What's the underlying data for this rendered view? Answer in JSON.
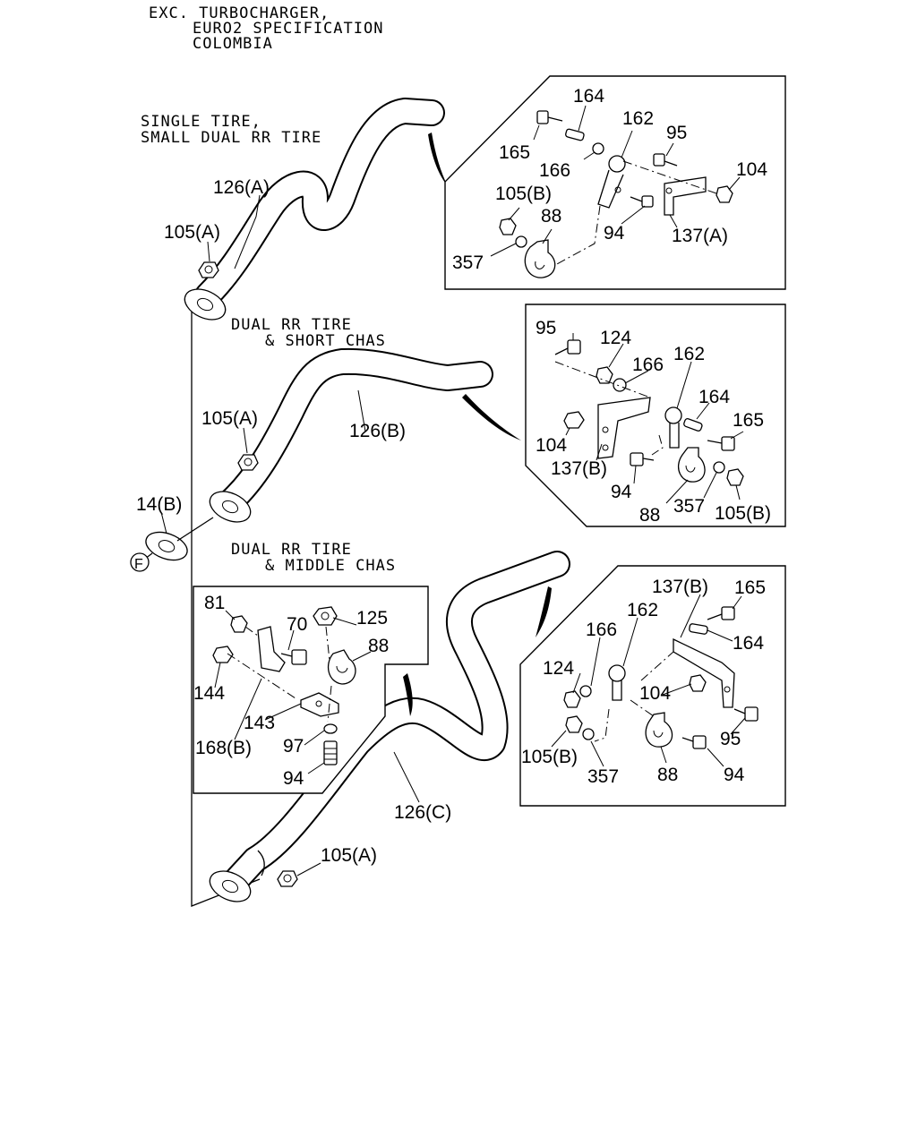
{
  "header": {
    "line1": "EXC. TURBOCHARGER,",
    "line2": "EURO2 SPECIFICATION",
    "line3": "COLOMBIA"
  },
  "sections": {
    "a_line1": "SINGLE TIRE,",
    "a_line2": "SMALL DUAL RR TIRE",
    "b_line1": "DUAL RR TIRE",
    "b_line2": "& SHORT CHAS",
    "c_line1": "DUAL RR TIRE",
    "c_line2": "& MIDDLE CHAS"
  },
  "callouts": {
    "pipe_a": "126(A)",
    "pipe_b": "126(B)",
    "pipe_c": "126(C)",
    "nut_a1": "105(A)",
    "nut_a2": "105(A)",
    "nut_a3": "105(A)",
    "gasket": "14(B)",
    "connector": "F"
  },
  "detail_a": {
    "p164": "164",
    "p165": "165",
    "p162": "162",
    "p95": "95",
    "p166": "166",
    "p104": "104",
    "p105b": "105(B)",
    "p88": "88",
    "p94": "94",
    "p137a": "137(A)",
    "p357": "357"
  },
  "detail_b": {
    "p95": "95",
    "p124": "124",
    "p166": "166",
    "p162": "162",
    "p164": "164",
    "p165": "165",
    "p104": "104",
    "p137b": "137(B)",
    "p94": "94",
    "p88": "88",
    "p357": "357",
    "p105b": "105(B)"
  },
  "detail_c": {
    "p137b": "137(B)",
    "p165": "165",
    "p162": "162",
    "p166": "166",
    "p164": "164",
    "p124": "124",
    "p104": "104",
    "p95": "95",
    "p105b": "105(B)",
    "p357": "357",
    "p88": "88",
    "p94": "94"
  },
  "detail_d": {
    "p81": "81",
    "p70": "70",
    "p125": "125",
    "p88": "88",
    "p144": "144",
    "p143": "143",
    "p168b": "168(B)",
    "p97": "97",
    "p94": "94"
  }
}
